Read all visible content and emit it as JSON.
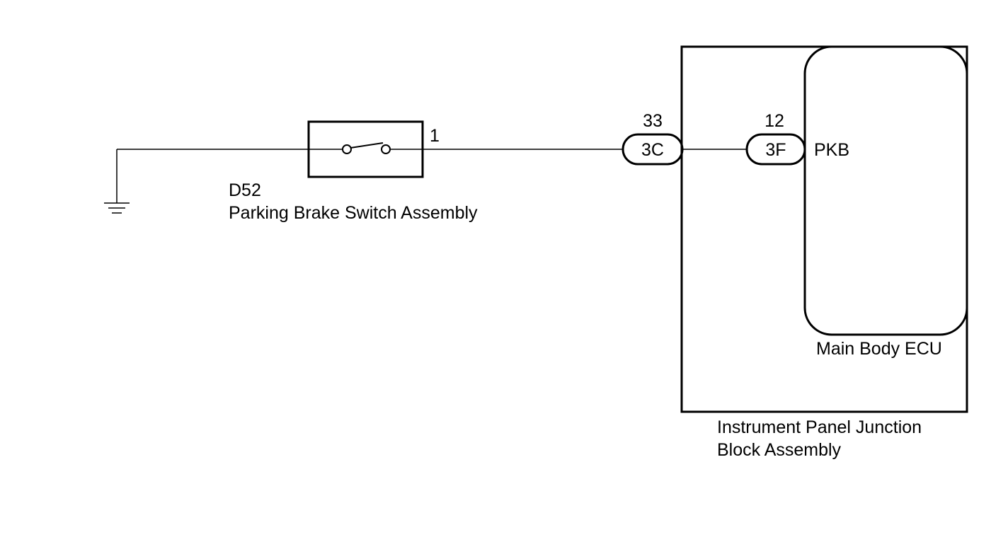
{
  "switch": {
    "code": "D52",
    "name": "Parking Brake Switch Assembly",
    "pin": "1"
  },
  "connector_3c": {
    "id": "3C",
    "pin": "33"
  },
  "connector_3f": {
    "id": "3F",
    "pin": "12"
  },
  "ecu": {
    "name": "Main Body ECU",
    "terminal": "PKB"
  },
  "junction_block": {
    "name_line1": "Instrument Panel Junction",
    "name_line2": "Block Assembly"
  },
  "colors": {
    "line": "#000000",
    "background": "#ffffff"
  }
}
